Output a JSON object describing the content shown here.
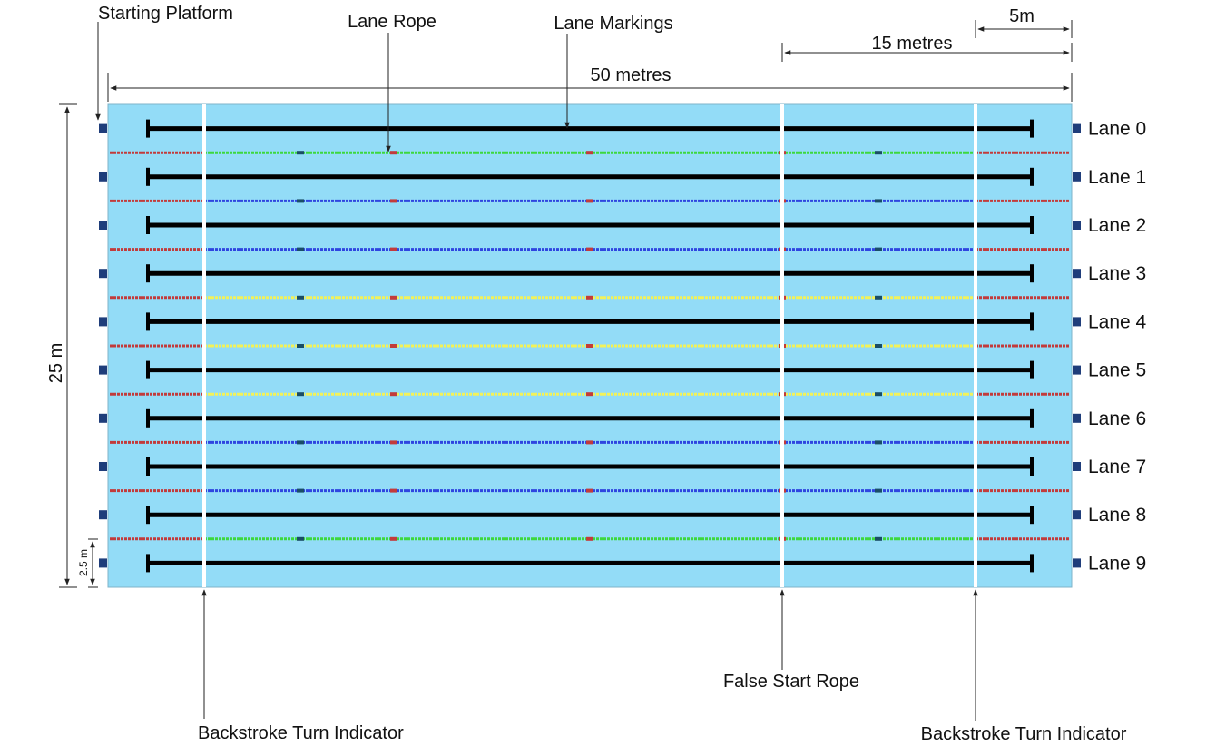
{
  "annotations": {
    "starting_platform": "Starting Platform",
    "lane_rope": "Lane Rope",
    "lane_markings": "Lane Markings",
    "dim_5m": "5m",
    "dim_15m": "15 metres",
    "dim_50m": "50 metres",
    "dim_25m": "25 m",
    "dim_2_5m": "2.5 m",
    "false_start_rope": "False Start Rope",
    "backstroke_left": "Backstroke Turn Indicator",
    "backstroke_right": "Backstroke Turn Indicator"
  },
  "lanes": [
    "Lane 0",
    "Lane 1",
    "Lane 2",
    "Lane 3",
    "Lane 4",
    "Lane 5",
    "Lane 6",
    "Lane 7",
    "Lane 8",
    "Lane 9"
  ],
  "lane_rope_colors": [
    "green",
    "blue",
    "blue",
    "yellow",
    "yellow",
    "yellow",
    "blue",
    "blue",
    "green"
  ],
  "colors": {
    "water": "#93dcf7",
    "rope_end": "#c23b3b",
    "green": "#3dd83d",
    "blue": "#2f45e0",
    "yellow": "#f2f25a",
    "platform": "#1f3d7a",
    "marking": "#000000",
    "indicator": "#ffffff"
  }
}
